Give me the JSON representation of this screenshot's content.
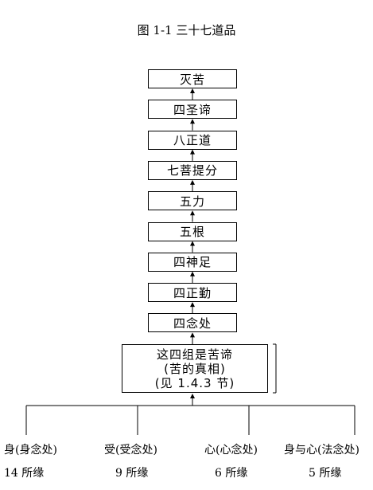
{
  "figure": {
    "caption": "图 1-1 三十七道品"
  },
  "chain": [
    {
      "id": "mie-ku",
      "label": "灭苦"
    },
    {
      "id": "si-sheng-di",
      "label": "四圣谛"
    },
    {
      "id": "ba-zheng-dao",
      "label": "八正道"
    },
    {
      "id": "qi-pu-ti-fen",
      "label": "七菩提分"
    },
    {
      "id": "wu-li",
      "label": "五力"
    },
    {
      "id": "wu-gen",
      "label": "五根"
    },
    {
      "id": "si-shen-zu",
      "label": "四神足"
    },
    {
      "id": "si-zheng-qin",
      "label": "四正勤"
    },
    {
      "id": "si-nian-chu",
      "label": "四念处"
    }
  ],
  "base_box": {
    "lines": [
      "这四组是苦谛",
      "(苦的真相)",
      "(见 1.4.3 节)"
    ]
  },
  "sources": [
    {
      "name": "身(身念处)",
      "count": "14 所缘"
    },
    {
      "name": "受(受念处)",
      "count": "9 所缘"
    },
    {
      "name": "心(心念处)",
      "count": "6 所缘"
    },
    {
      "name": "身与心(法念处)",
      "count": "5 所缘"
    }
  ]
}
